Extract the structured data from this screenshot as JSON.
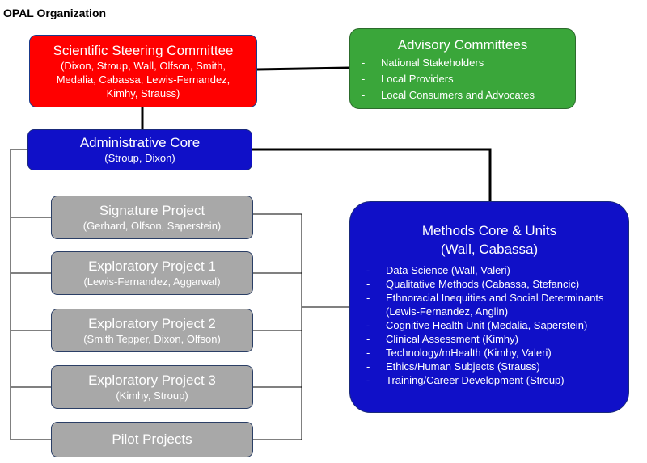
{
  "title": "OPAL Organization",
  "colors": {
    "steering": "#ff0000",
    "advisory": "#3aa63a",
    "core": "#1010c8",
    "project": "#a8a8a8"
  },
  "steering_committee": {
    "heading": "Scientific Steering Committee",
    "members_line1": "(Dixon, Stroup, Wall, Olfson, Smith,",
    "members_line2": "Medalia, Cabassa, Lewis-Fernandez,",
    "members_line3": "Kimhy, Strauss)"
  },
  "advisory_committees": {
    "heading": "Advisory Committees",
    "items": [
      "National Stakeholders",
      "Local Providers",
      "Local Consumers and Advocates"
    ]
  },
  "administrative_core": {
    "heading": "Administrative Core",
    "members": "(Stroup, Dixon)"
  },
  "projects": [
    {
      "heading": "Signature Project",
      "members": "(Gerhard, Olfson, Saperstein)"
    },
    {
      "heading": "Exploratory Project 1",
      "members": "(Lewis-Fernandez, Aggarwal)"
    },
    {
      "heading": "Exploratory Project 2",
      "members": "(Smith Tepper, Dixon, Olfson)"
    },
    {
      "heading": "Exploratory Project 3",
      "members": "(Kimhy, Stroup)"
    },
    {
      "heading": "Pilot Projects"
    }
  ],
  "methods_core": {
    "heading": "Methods Core & Units",
    "members": "(Wall, Cabassa)",
    "items": [
      "Data Science (Wall, Valeri)",
      "Qualitative Methods (Cabassa, Stefancic)",
      "Ethnoracial Inequities and Social Determinants (Lewis-Fernandez, Anglin)",
      "Cognitive Health Unit (Medalia, Saperstein)",
      "Clinical Assessment (Kimhy)",
      "Technology/mHealth (Kimhy, Valeri)",
      "Ethics/Human Subjects (Strauss)",
      "Training/Career Development (Stroup)"
    ],
    "item_dash": "-"
  }
}
